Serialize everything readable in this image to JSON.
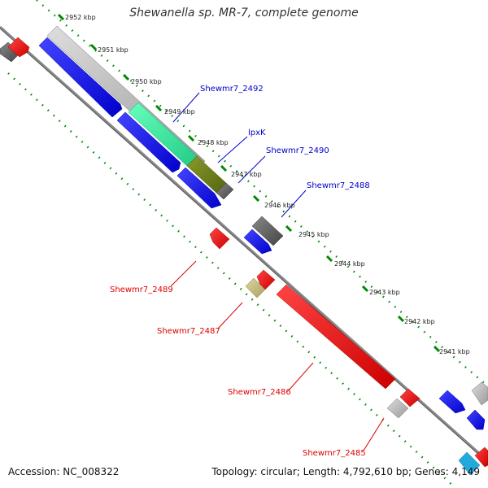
{
  "title": "Shewanella sp. MR-7, complete genome",
  "footer": {
    "accession": "Accession: NC_008322",
    "summary": "Topology: circular; Length: 4,792,610 bp; Genes: 4,149"
  },
  "ruler": {
    "unit": "kbp",
    "ticks": [
      "2952 kbp",
      "2951 kbp",
      "2950 kbp",
      "2949 kbp",
      "2948 kbp",
      "2947 kbp",
      "2946 kbp",
      "2945 kbp",
      "2944 kbp",
      "2943 kbp",
      "2942 kbp",
      "2941 kbp"
    ]
  },
  "genes": {
    "forward": [
      {
        "name": "Shewmr7_2492",
        "color": "#33ee99"
      },
      {
        "name": "lpxK",
        "color": "#6b7a1a"
      },
      {
        "name": "Shewmr7_2490",
        "color": "#0000ee"
      },
      {
        "name": "Shewmr7_2488",
        "color": "#0000ee"
      }
    ],
    "reverse": [
      {
        "name": "Shewmr7_2489",
        "color": "#ee0000"
      },
      {
        "name": "Shewmr7_2487",
        "color": "#ee0000"
      },
      {
        "name": "Shewmr7_2486",
        "color": "#ee0000"
      },
      {
        "name": "Shewmr7_2485",
        "color": "#ee0000"
      }
    ]
  },
  "colors": {
    "cds_forward": "#0000ee",
    "cds_reverse": "#ee0000",
    "rna": "#33ee99",
    "unknown_dark": "#666666",
    "unknown_light": "#bbbbbb",
    "tick_dots": "#008800",
    "backbone": "#888888"
  }
}
